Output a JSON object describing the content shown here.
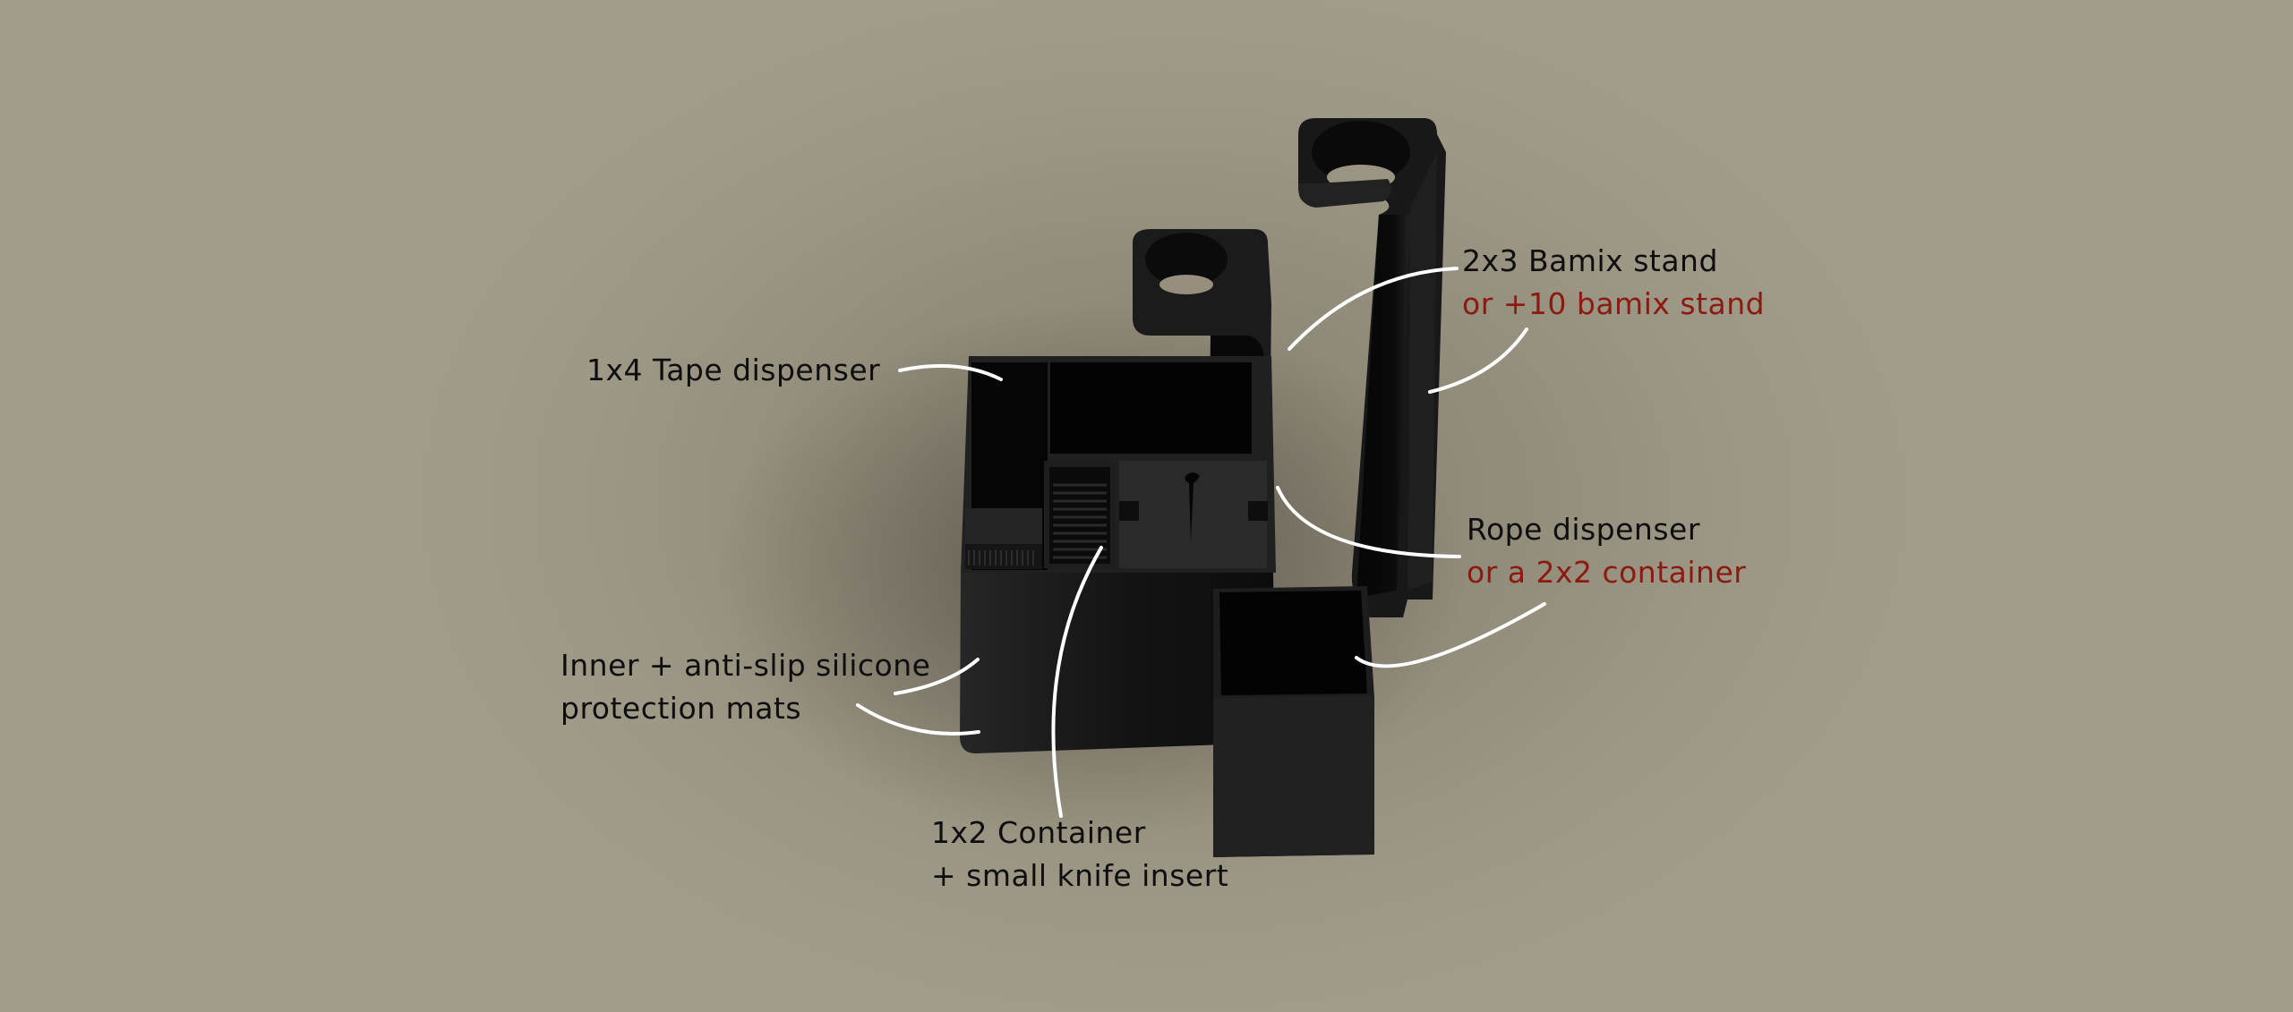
{
  "colors": {
    "background": "#9e9886",
    "text": "#0e0e0e",
    "accent": "#8b1a10",
    "leader_line": "#ffffff",
    "product": "#1c1c1c"
  },
  "callouts": {
    "tape_dispenser": {
      "line1": "1x4 Tape dispenser"
    },
    "bamix_stand": {
      "line1": "2x3 Bamix stand",
      "line2": "or +10 bamix stand"
    },
    "rope_dispenser": {
      "line1": "Rope dispenser",
      "line2": "or a 2x2 container"
    },
    "silicone_mats": {
      "line1": "Inner + anti-slip silicone",
      "line2": "protection mats"
    },
    "container_knife": {
      "line1": "1x2 Container",
      "line2": "+ small knife insert"
    }
  },
  "product": {
    "parts": [
      "main-organizer-box",
      "tape-dispenser-compartment",
      "small-container-grid-insert",
      "knife-insert-lid",
      "short-bamix-stand",
      "tall-bamix-stand",
      "2x2-container"
    ]
  }
}
